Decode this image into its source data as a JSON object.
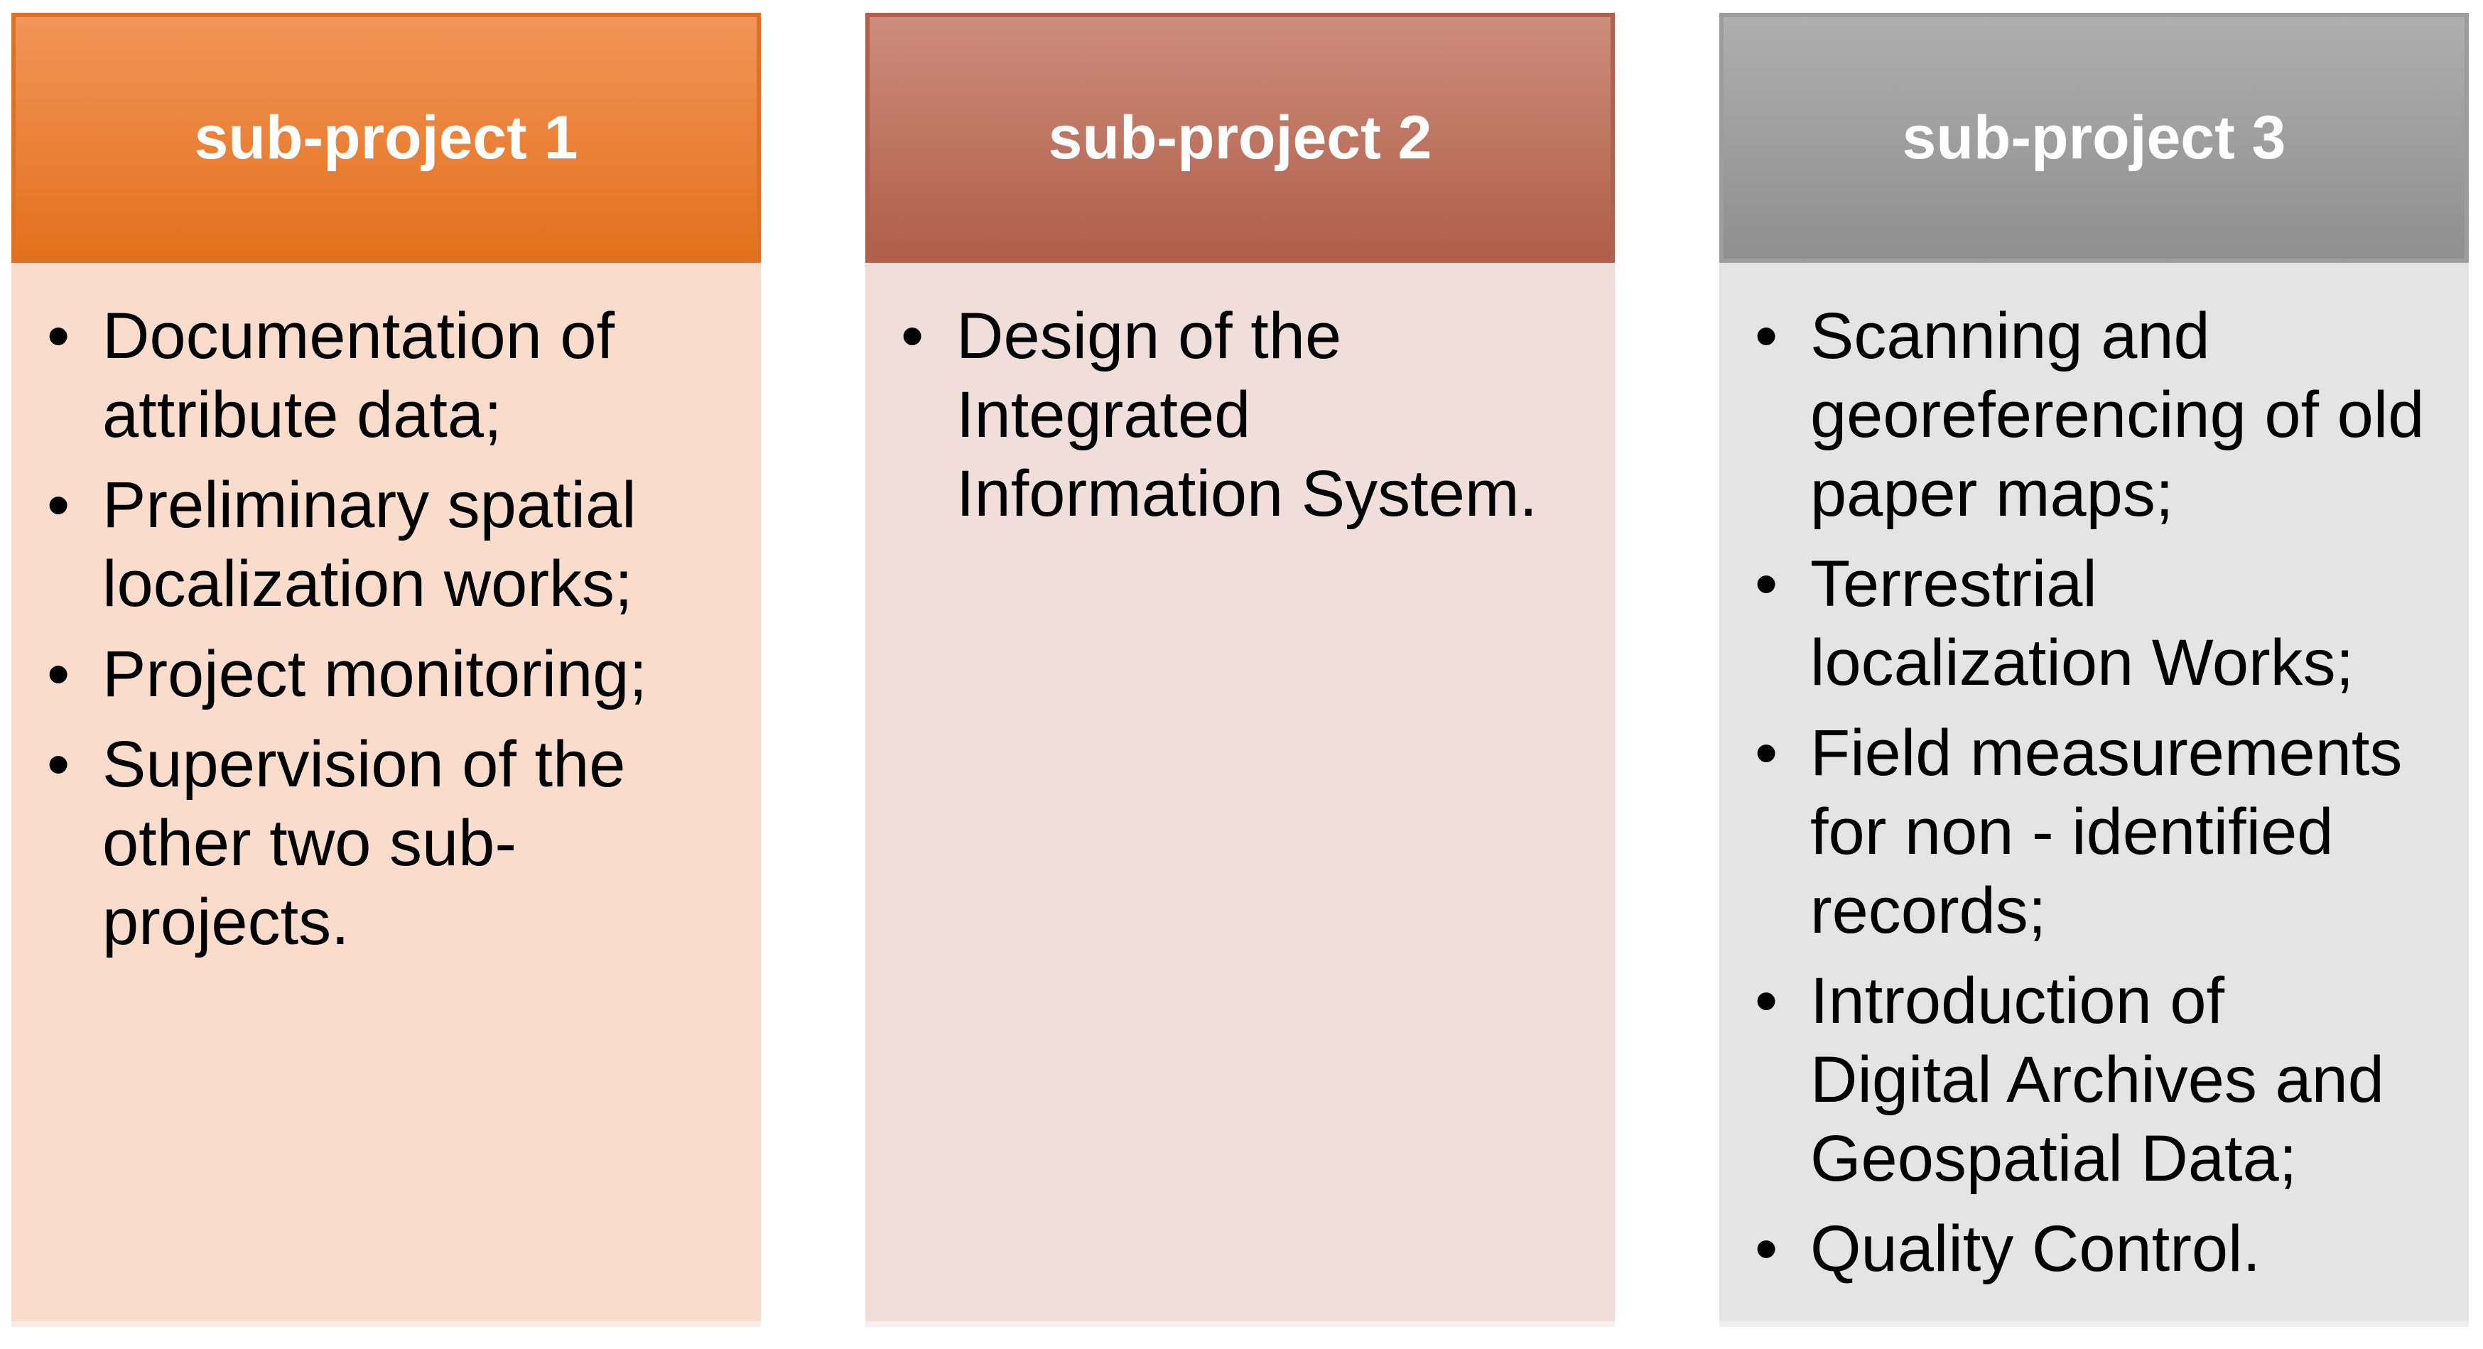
{
  "page": {
    "background": "#FFFFFF",
    "title_color": "#FFFFFF",
    "text_color": "#000000"
  },
  "columns": [
    {
      "title": "sub-project 1",
      "colors": {
        "header_top": "#F19558",
        "header_bottom": "#E4701C",
        "header_border": "#DB7224",
        "body": "#FADCCC",
        "body_edge": "#FCEDE4"
      },
      "bullets": [
        "Documentation of\nattribute data;",
        "Preliminary spatial\nlocalization works;",
        "Project monitoring;",
        "Supervision of the\nother two sub-\nprojects."
      ]
    },
    {
      "title": "sub-project 2",
      "colors": {
        "header_top": "#CD8D7B",
        "header_bottom": "#B05E4A",
        "header_border": "#B4604E",
        "body": "#F0DEDA",
        "body_edge": "#F8EFED"
      },
      "bullets": [
        "Design of the\nIntegrated\nInformation System."
      ]
    },
    {
      "title": "sub-project 3",
      "colors": {
        "header_top": "#AEAEAE",
        "header_bottom": "#8F8F8F",
        "header_border": "#9D9D9D",
        "body": "#E5E4E4",
        "body_edge": "#F0EFEF"
      },
      "bullets": [
        "Scanning and\ngeoreferencing of old\npaper maps;",
        "Terrestrial\nlocalization Works;",
        "Field measurements\nfor non - identified\nrecords;",
        "Introduction of\nDigital Archives and\nGeospatial Data;",
        "Quality Control."
      ]
    }
  ]
}
